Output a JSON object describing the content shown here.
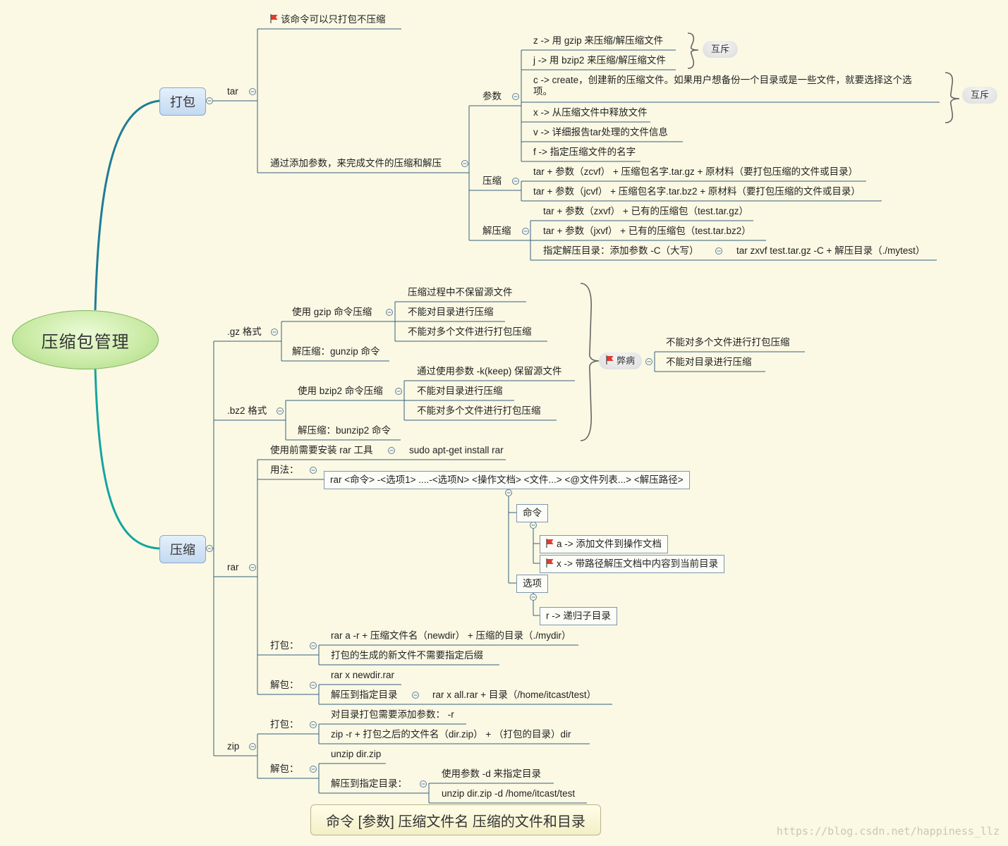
{
  "root": "压缩包管理",
  "nodes": {
    "pack": "打包",
    "compress": "压缩"
  },
  "tar": {
    "label": "tar",
    "note": "该命令可以只打包不压缩",
    "via_params": "通过添加参数，来完成文件的压缩和解压",
    "params_label": "参数",
    "params": [
      "z -> 用 gzip 来压缩/解压缩文件",
      "j -> 用 bzip2 来压缩/解压缩文件",
      "c -> create，创建新的压缩文件。如果用户想备份一个目录或是一些文件，就要选择这个选项。",
      "x -> 从压缩文件中释放文件",
      "v -> 详细报告tar处理的文件信息",
      "f -> 指定压缩文件的名字"
    ],
    "exclusive_1": "互斥",
    "exclusive_2": "互斥",
    "compress_label": "压缩",
    "compress_items": [
      "tar + 参数（zcvf） + 压缩包名字.tar.gz + 原材料（要打包压缩的文件或目录）",
      "tar + 参数（jcvf） + 压缩包名字.tar.bz2 + 原材料（要打包压缩的文件或目录）"
    ],
    "extract_label": "解压缩",
    "extract_items": [
      "tar + 参数（zxvf） + 已有的压缩包（test.tar.gz）",
      "tar + 参数（jxvf） + 已有的压缩包（test.tar.bz2）",
      "指定解压目录：添加参数 -C（大写）"
    ],
    "extract_example": "tar zxvf test.tar.gz -C + 解压目录（./mytest）"
  },
  "gz": {
    "label": ".gz 格式",
    "use": "使用 gzip 命令压缩",
    "notes": [
      "压缩过程中不保留源文件",
      "不能对目录进行压缩",
      "不能对多个文件进行打包压缩"
    ],
    "unzip": "解压缩：gunzip 命令"
  },
  "bz2": {
    "label": ".bz2 格式",
    "use": "使用 bzip2 命令压缩",
    "notes": [
      "通过使用参数 -k(keep) 保留源文件",
      "不能对目录进行压缩",
      "不能对多个文件进行打包压缩"
    ],
    "unzip": "解压缩：bunzip2 命令"
  },
  "defects": {
    "label": "弊病",
    "items": [
      "不能对多个文件进行打包压缩",
      "不能对目录进行压缩"
    ]
  },
  "rar": {
    "label": "rar",
    "install": "使用前需要安装 rar 工具",
    "install_cmd": "sudo apt-get install rar",
    "usage_label": "用法：",
    "syntax": "rar <命令> -<选项1> ....-<选项N> <操作文档> <文件...> <@文件列表...> <解压路径>",
    "cmd_label": "命令",
    "cmds": [
      "a -> 添加文件到操作文档",
      "x -> 带路径解压文档中内容到当前目录"
    ],
    "opt_label": "选项",
    "opts": [
      "r -> 递归子目录"
    ],
    "pack_label": "打包：",
    "pack_items": [
      "rar a -r + 压缩文件名（newdir） + 压缩的目录（./mydir）",
      "打包的生成的新文件不需要指定后缀"
    ],
    "unpack_label": "解包：",
    "unpack_items": [
      "rar x newdir.rar",
      "解压到指定目录"
    ],
    "unpack_example": "rar x all.rar + 目录（/home/itcast/test）"
  },
  "zip": {
    "label": "zip",
    "pack_label": "打包：",
    "pack_items": [
      "对目录打包需要添加参数： -r",
      "zip -r + 打包之后的文件名（dir.zip） + （打包的目录）dir"
    ],
    "unpack_label": "解包：",
    "unpack_items": [
      "unzip dir.zip",
      "解压到指定目录："
    ],
    "dir_items": [
      "使用参数 -d 来指定目录",
      "unzip dir.zip -d /home/itcast/test"
    ]
  },
  "summary": "命令 [参数] 压缩文件名 压缩的文件和目录",
  "watermark": "https://blog.csdn.net/happiness_llz",
  "colors": {
    "background": "#fbf9e4",
    "branch": "#1b8fa3",
    "line": "#34607f",
    "flag": "#e43a2f"
  }
}
